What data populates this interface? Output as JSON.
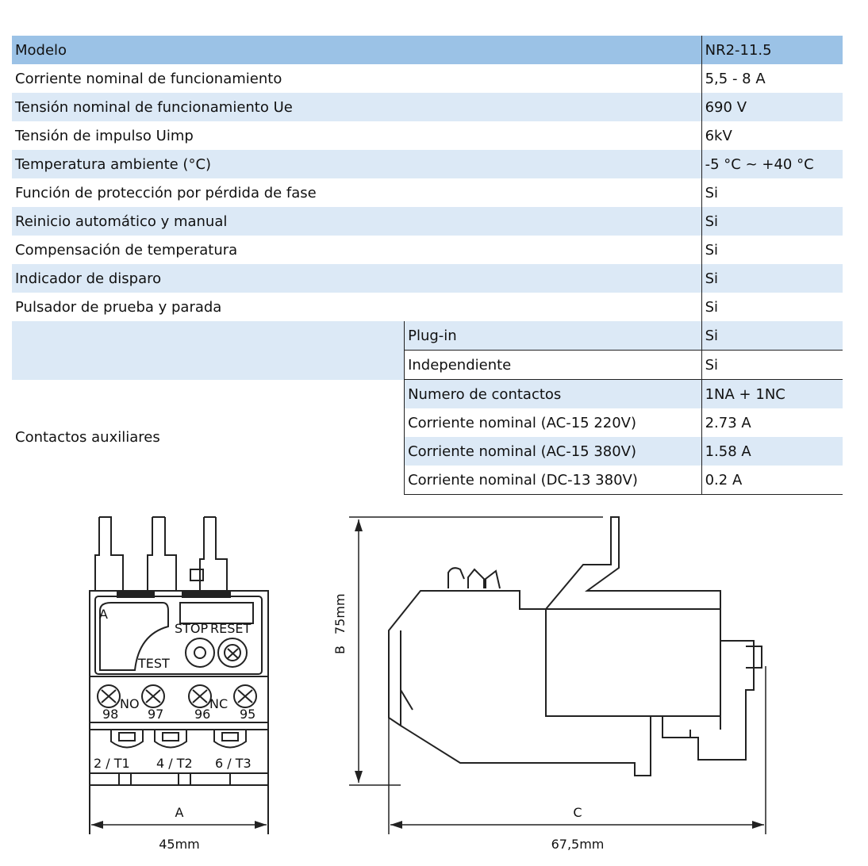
{
  "table": {
    "header": {
      "label": "Modelo",
      "value": "NR2-11.5"
    },
    "rows": [
      {
        "label": "Corriente nominal de funcionamiento",
        "value": "5,5 - 8 A"
      },
      {
        "label": "Tensión nominal de funcionamiento Ue",
        "value": "690 V"
      },
      {
        "label": "Tensión de impulso Uimp",
        "value": "6kV"
      },
      {
        "label": "Temperatura ambiente (°C)",
        "value": "-5 °C ~ +40 °C"
      },
      {
        "label": "Función de protección por pérdida de fase",
        "value": "Si"
      },
      {
        "label": "Reinicio automático y manual",
        "value": "Si"
      },
      {
        "label": "Compensación de temperatura",
        "value": "Si"
      },
      {
        "label": "Indicador de disparo",
        "value": "Si"
      },
      {
        "label": "Pulsador de prueba y parada",
        "value": "Si"
      }
    ],
    "mounting": [
      {
        "sub": "Plug-in",
        "value": "Si"
      },
      {
        "sub": "Independiente",
        "value": "Si"
      }
    ],
    "aux": {
      "label": "Contactos auxiliares",
      "rows": [
        {
          "sub": "Numero de contactos",
          "value": "1NA + 1NC"
        },
        {
          "sub": "Corriente nominal (AC-15 220V)",
          "value": "2.73 A"
        },
        {
          "sub": "Corriente nominal (AC-15 380V)",
          "value": "1.58 A"
        },
        {
          "sub": "Corriente nominal (DC-13 380V)",
          "value": "0.2 A"
        }
      ]
    }
  },
  "front_view": {
    "labels": {
      "stop": "STOP",
      "reset": "RESET",
      "test": "TEST",
      "no": "NO",
      "nc": "NC",
      "a_mark": "A"
    },
    "contact_numbers": [
      "98",
      "97",
      "96",
      "95"
    ],
    "terminals": [
      "2 / T1",
      "4 / T2",
      "6 / T3"
    ],
    "dim_letter": "A",
    "dim_value": "45mm"
  },
  "side_view": {
    "height_letter": "B",
    "height_value": "75mm",
    "width_letter": "C",
    "width_value": "67,5mm"
  }
}
